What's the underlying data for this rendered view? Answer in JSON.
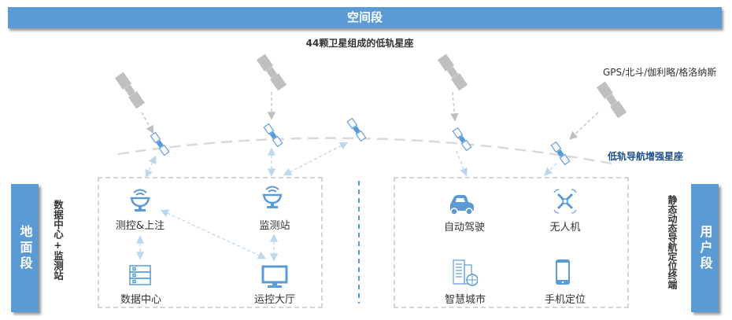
{
  "header": {
    "title": "空间段"
  },
  "constellation_title": "44颗卫星组成的低轨星座",
  "gnss_label": "GPS/北斗/伽利略/格洛纳斯",
  "leo_label": "低轨导航增强星座",
  "ground": {
    "bar_label": "地面段",
    "side_label": "数据中心+监测站",
    "nodes": {
      "ttc": "测控&上注",
      "monitor": "监测站",
      "datacenter": "数据中心",
      "ops": "运控大厅"
    }
  },
  "user": {
    "bar_label": "用户段",
    "side_label": "静态动态导航定位终端",
    "nodes": {
      "auto": "自动驾驶",
      "drone": "无人机",
      "city": "智慧城市",
      "phone": "手机定位"
    }
  },
  "colors": {
    "primary": "#5b9bd5",
    "light": "#bdd7ee",
    "gray": "#bfbfbf",
    "leo_label": "#1f4e8c"
  }
}
